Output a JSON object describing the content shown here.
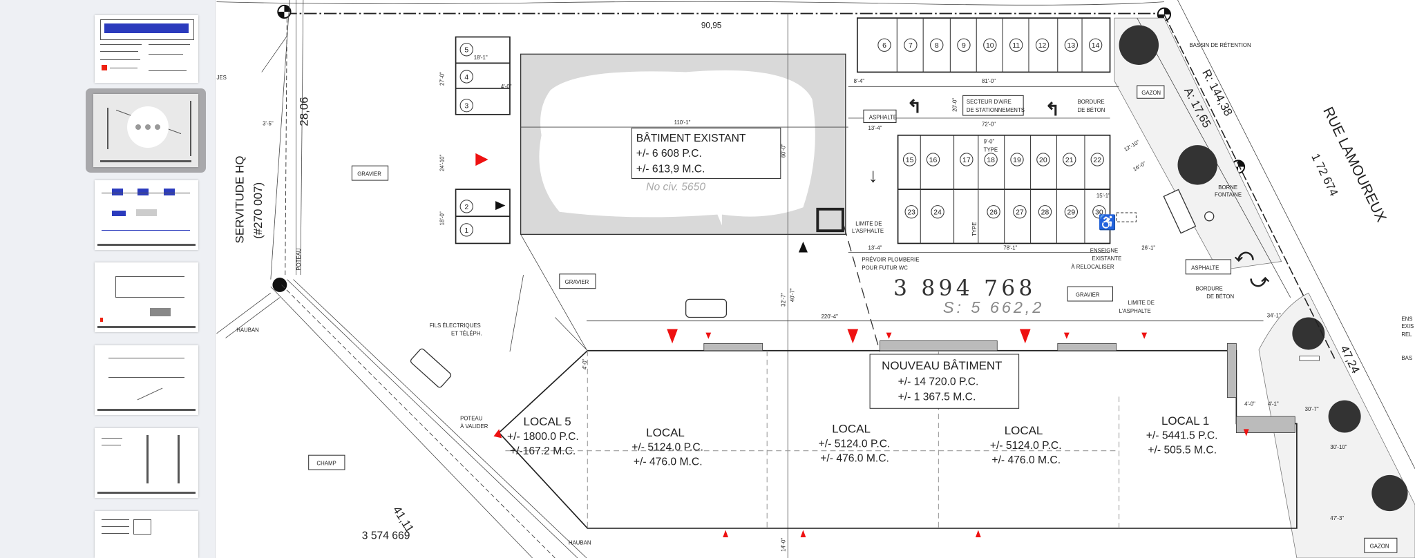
{
  "sidebar": {
    "page_count_visible": 7,
    "selected_page_index": 1,
    "selected_page_menu_icon": "more-dots-icon"
  },
  "drawing": {
    "lot_top_dimension": "90,95",
    "servitude": "SERVITUDE HQ",
    "servitude_number": "(#270 007)",
    "left_dimension": "28,06",
    "poteau": "POTEAU",
    "cut_label": "JES",
    "gravier": "GRAVIER",
    "existing_building": {
      "title": "BÂTIMENT EXISTANT",
      "area_pc": "+/- 6 608 P.C.",
      "area_mc": "+/- 613,9 M.C.",
      "civic": "No civ. 5650"
    },
    "left_stalls": [
      "5",
      "4",
      "3",
      "2",
      "1"
    ],
    "stalls_row1": [
      "6",
      "7",
      "8",
      "9",
      "10",
      "11",
      "12",
      "13",
      "14"
    ],
    "stalls_row2": [
      "15",
      "16",
      "17",
      "18",
      "19",
      "20",
      "21",
      "22"
    ],
    "stalls_row3": [
      "23",
      "24",
      "26",
      "27",
      "28",
      "29",
      "30"
    ],
    "type_label": "TYPE",
    "asphalte": "ASPHALTE",
    "secteur_1": "SECTEUR D'AIRE",
    "secteur_2": "DE STATIONNEMENTS",
    "bordure_1": "BORDURE",
    "bordure_2": "DE BÉTON",
    "gazon": "GAZON",
    "bassin": "BASSIN DE RÉTENTION",
    "radius": "R: 144,38",
    "arc": "A: 17,65",
    "street": "RUE LAMOUREUX",
    "street_lot": "1 72 674",
    "borne_1": "BORNE",
    "borne_2": "FONTAINE",
    "limite_1": "LIMITE DE",
    "limite_2": "L'ASPHALTE",
    "plomberie_1": "PRÉVOIR PLOMBERIE",
    "plomberie_2": "POUR FUTUR WC",
    "enseigne_1": "ENSEIGNE",
    "enseigne_2": "EXISTANTE",
    "enseigne_3": "À RELOCALISER",
    "lot_number": "3 894 768",
    "lot_area": "S: 5 662,2",
    "fils_1": "FILS ÉLECTRIQUES",
    "fils_2": "ET TÉLÉPH.",
    "hauban": "HAUBAN",
    "champ": "CHAMP",
    "lot_left": "3 574 669",
    "poteau_valider_1": "POTEAU",
    "poteau_valider_2": "À VALIDER",
    "diag_dimension": "41,11",
    "right_dimension": "47,24",
    "building_width": "220'-4\"",
    "new_building": {
      "title": "NOUVEAU BÂTIMENT",
      "area_pc": "+/- 14 720.0 P.C.",
      "area_mc": "+/- 1 367.5 M.C."
    },
    "locals": [
      {
        "name": "LOCAL 5",
        "pc": "+/- 1800.0 P.C.",
        "mc": "+/-167.2 M.C."
      },
      {
        "name": "LOCAL",
        "pc": "+/- 5124.0 P.C.",
        "mc": "+/- 476.0 M.C."
      },
      {
        "name": "LOCAL",
        "pc": "+/- 5124.0 P.C.",
        "mc": "+/- 476.0 M.C."
      },
      {
        "name": "LOCAL",
        "pc": "+/- 5124.0 P.C.",
        "mc": "+/- 476.0 M.C."
      },
      {
        "name": "LOCAL 1",
        "pc": "+/- 5441.5 P.C.",
        "mc": "+/- 505.5 M.C."
      }
    ],
    "dims": {
      "d1": "110'-1\"",
      "d2": "81'-0\"",
      "d3": "72'-0\"",
      "d4": "13'-4\"",
      "d5": "78'-1\"",
      "d6": "26'-1\"",
      "d7": "15'-1\"",
      "d8": "9'-0\"",
      "d9": "18'-1\"",
      "d10": "4'-0\"",
      "d11": "3'-5\"",
      "d12": "8'-4\"",
      "d13": "12'-10\"",
      "d14": "16'-0\"",
      "d15": "34'-1\"",
      "d16": "4'-1\"",
      "d17": "30'-7\"",
      "d18": "30'-10\"",
      "d19": "47'-3\"",
      "d20": "27'-0\"",
      "d21": "24'-10\"",
      "d22": "18'-0\"",
      "d23": "60'-0\"",
      "d24": "20'-0\"",
      "d25": "32'-7\"",
      "d26": "40'-7\"",
      "d27": "14'-0\""
    },
    "cut_right_1": "ENS",
    "cut_right_2": "EXIS",
    "cut_right_3": "REL",
    "cut_right_4": "BAS",
    "accent_red": "#ee1111"
  }
}
